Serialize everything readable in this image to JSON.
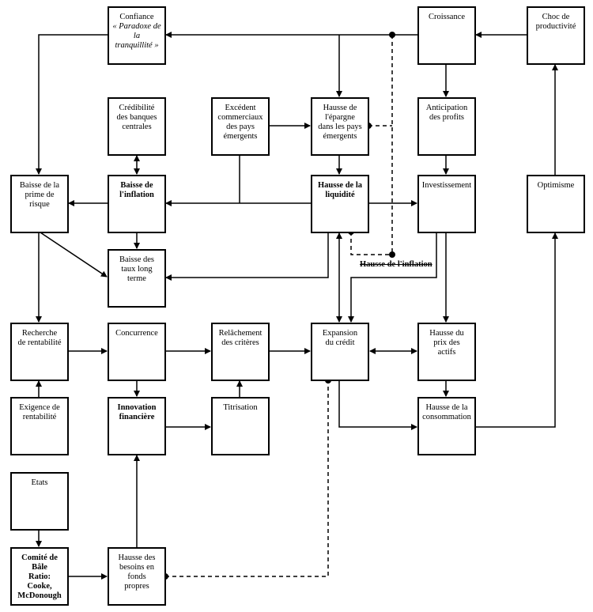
{
  "diagram": {
    "nodes": [
      {
        "id": "confiance",
        "lines": [
          "Confiance"
        ],
        "sub_lines": [
          "« Paradoxe de",
          "la",
          "tranquillité »"
        ],
        "bold": false
      },
      {
        "id": "croissance",
        "lines": [
          "Croissance"
        ],
        "bold": false
      },
      {
        "id": "choc-productivite",
        "lines": [
          "Choc de",
          "productivité"
        ],
        "bold": false
      },
      {
        "id": "credibilite",
        "lines": [
          "Crédibilité",
          "des banques",
          "centrales"
        ],
        "bold": false
      },
      {
        "id": "excedent",
        "lines": [
          "Excédent",
          "commerciaux",
          "des pays",
          "émergents"
        ],
        "bold": false
      },
      {
        "id": "hausse-epargne",
        "lines": [
          "Hausse de",
          "l'épargne",
          "dans les pays",
          "émergents"
        ],
        "bold": false
      },
      {
        "id": "anticipation",
        "lines": [
          "Anticipation",
          "des profits"
        ],
        "bold": false
      },
      {
        "id": "baisse-prime",
        "lines": [
          "Baisse de la",
          "prime de",
          "risque"
        ],
        "bold": false
      },
      {
        "id": "baisse-inflation",
        "lines": [
          "Baisse de",
          "l'inflation"
        ],
        "bold": true
      },
      {
        "id": "hausse-liquidite",
        "lines": [
          "Hausse de la",
          "liquidité"
        ],
        "bold": true
      },
      {
        "id": "investissement",
        "lines": [
          "Investissement"
        ],
        "bold": false
      },
      {
        "id": "optimisme",
        "lines": [
          "Optimisme"
        ],
        "bold": false
      },
      {
        "id": "baisse-taux",
        "lines": [
          "Baisse des",
          "taux long",
          "terme"
        ],
        "bold": false
      },
      {
        "id": "recherche-rentabilite",
        "lines": [
          "Recherche",
          "de rentabilité"
        ],
        "bold": false
      },
      {
        "id": "concurrence",
        "lines": [
          "Concurrence"
        ],
        "bold": false
      },
      {
        "id": "relachement",
        "lines": [
          "Relâchement",
          "des critères"
        ],
        "bold": false
      },
      {
        "id": "expansion-credit",
        "lines": [
          "Expansion",
          "du crédit"
        ],
        "bold": false
      },
      {
        "id": "hausse-prix-actifs",
        "lines": [
          "Hausse du",
          "prix des",
          "actifs"
        ],
        "bold": false
      },
      {
        "id": "exigence-rentabilite",
        "lines": [
          "Exigence de",
          "rentabilité"
        ],
        "bold": false
      },
      {
        "id": "innovation",
        "lines": [
          "Innovation",
          "financière"
        ],
        "bold": true
      },
      {
        "id": "titrisation",
        "lines": [
          "Titrisation"
        ],
        "bold": false
      },
      {
        "id": "hausse-consommation",
        "lines": [
          "Hausse de la",
          "consommation"
        ],
        "bold": false
      },
      {
        "id": "etats",
        "lines": [
          "Etats"
        ],
        "bold": false
      },
      {
        "id": "comite-bale",
        "lines": [
          "Comité de",
          "Bâle",
          "Ratio:",
          "Cooke,",
          "McDonough"
        ],
        "bold": true
      },
      {
        "id": "hausse-besoins",
        "lines": [
          "Hausse des",
          "besoins en",
          "fonds",
          "propres"
        ],
        "bold": false
      }
    ],
    "annotations": {
      "hausse_inflation_struck": "Hausse de l'inflation"
    },
    "colors": {
      "line": "#000000",
      "background": "#ffffff"
    }
  }
}
